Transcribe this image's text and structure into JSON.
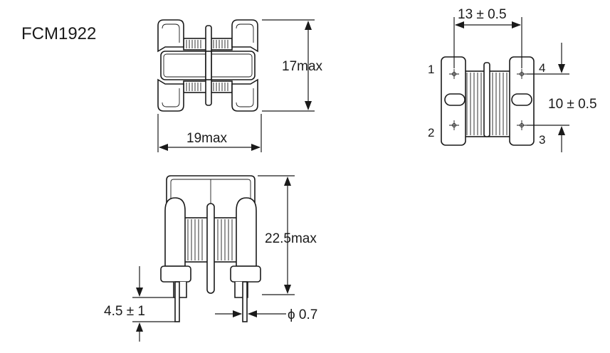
{
  "drawing": {
    "part_number": "FCM1922",
    "top_view": {
      "height_label": "17max",
      "width_label": "19max"
    },
    "pin_view": {
      "pitch_label": "13 ± 0.5",
      "span_label": "10 ± 0.5",
      "pins": [
        "1",
        "2",
        "3",
        "4"
      ]
    },
    "side_view": {
      "height_label": "22.5max",
      "lead_length_label": "4.5 ± 1",
      "lead_diameter_label": "ϕ 0.7"
    }
  }
}
